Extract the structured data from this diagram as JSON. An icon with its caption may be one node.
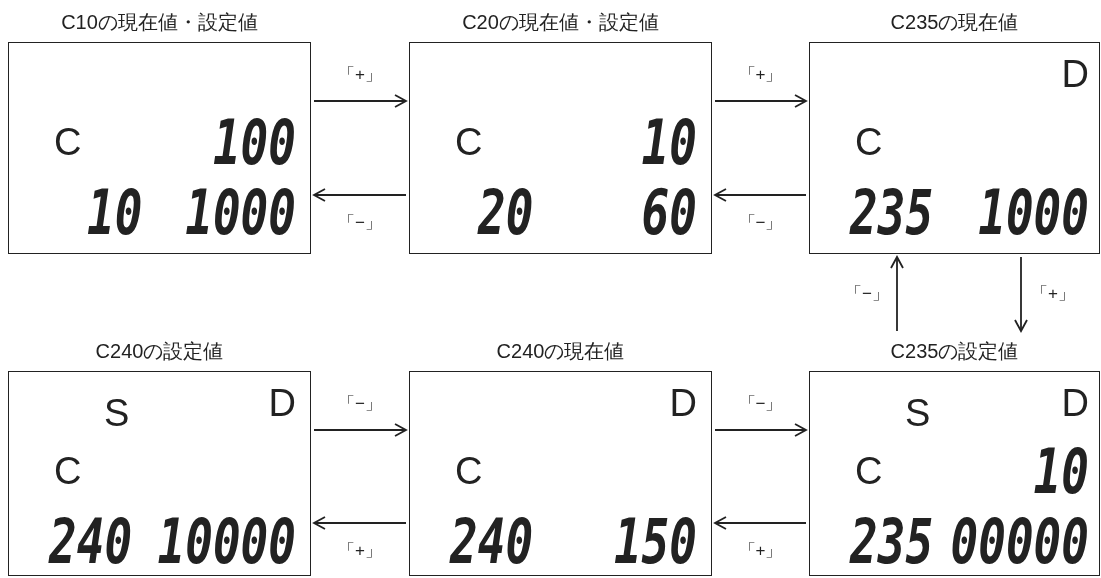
{
  "diagram": {
    "nodes": [
      {
        "text": [
          "C10の現在値・設定値",
          "C",
          "100",
          "10",
          "1000"
        ]
      },
      {
        "text": [
          "C20の現在値・設定値",
          "C",
          "10",
          "20",
          "60"
        ]
      },
      {
        "text": [
          "C235の現在値",
          "D",
          "C",
          "235",
          "1000"
        ]
      },
      {
        "text": [
          "C240の設定値",
          "S",
          "D",
          "C",
          "240",
          "10000"
        ]
      },
      {
        "text": [
          "C240の現在値",
          "D",
          "C",
          "240",
          "150"
        ]
      },
      {
        "text": [
          "C235の設定値",
          "S",
          "D",
          "C",
          "10",
          "235",
          "00000"
        ]
      }
    ],
    "edges": [
      {
        "from": 0,
        "to": 1,
        "arrow": "to",
        "label": "「+」"
      },
      {
        "from": 1,
        "to": 0,
        "arrow": "to",
        "label": "「−」"
      },
      {
        "from": 1,
        "to": 2,
        "arrow": "to",
        "label": "「+」"
      },
      {
        "from": 2,
        "to": 1,
        "arrow": "to",
        "label": "「−」"
      },
      {
        "from": 5,
        "to": 2,
        "arrow": "to",
        "label": "「−」"
      },
      {
        "from": 2,
        "to": 5,
        "arrow": "to",
        "label": "「+」"
      },
      {
        "from": 3,
        "to": 4,
        "arrow": "to",
        "label": "「−」"
      },
      {
        "from": 4,
        "to": 3,
        "arrow": "to",
        "label": "「+」"
      },
      {
        "from": 4,
        "to": 5,
        "arrow": "to",
        "label": "「−」"
      },
      {
        "from": 5,
        "to": 4,
        "arrow": "to",
        "label": "「+」"
      }
    ]
  }
}
